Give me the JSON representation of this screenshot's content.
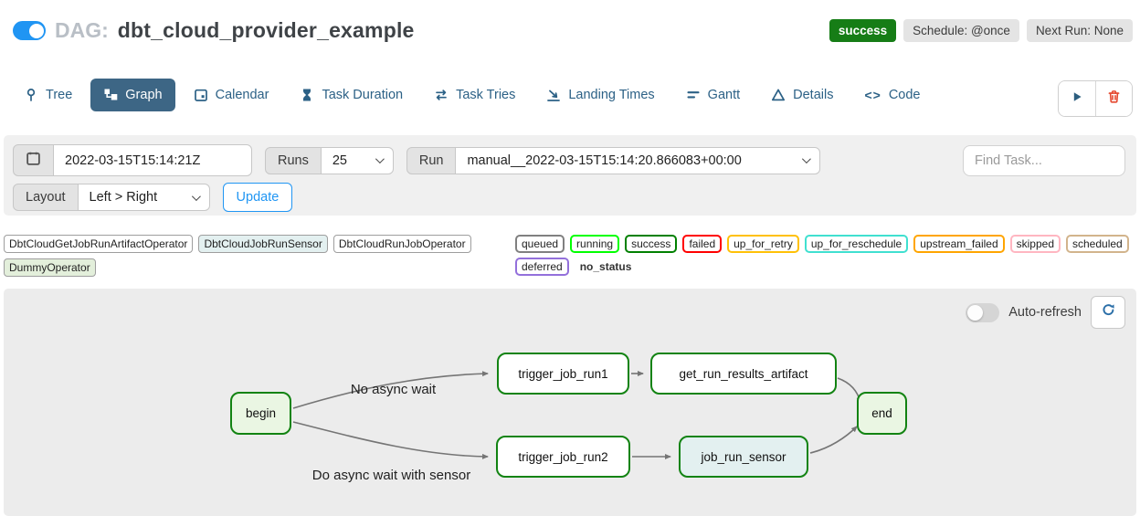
{
  "header": {
    "dag_prefix": "DAG:",
    "dag_name": "dbt_cloud_provider_example",
    "status_badge": "success",
    "schedule_badge": "Schedule: @once",
    "next_run_badge": "Next Run: None"
  },
  "colors": {
    "accent_blue": "#2196f3",
    "active_tab_bg": "#3d6685",
    "success_badge_bg": "#167d16",
    "node_border_green": "#128312",
    "edge_gray": "#757575"
  },
  "tabs": [
    {
      "label": "Tree"
    },
    {
      "label": "Graph"
    },
    {
      "label": "Calendar"
    },
    {
      "label": "Task Duration"
    },
    {
      "label": "Task Tries"
    },
    {
      "label": "Landing Times"
    },
    {
      "label": "Gantt"
    },
    {
      "label": "Details"
    },
    {
      "label": "Code"
    }
  ],
  "filters": {
    "base_date_value": "2022-03-15T15:14:21Z",
    "runs_label": "Runs",
    "runs_value": "25",
    "run_label": "Run",
    "run_value": "manual__2022-03-15T15:14:20.866083+00:00",
    "find_task_placeholder": "Find Task...",
    "layout_label": "Layout",
    "layout_value": "Left > Right",
    "update_label": "Update"
  },
  "legend": {
    "operators": [
      {
        "label": "DbtCloudGetJobRunArtifactOperator",
        "fill": "#ffffff",
        "border": "#9e9e9e"
      },
      {
        "label": "DbtCloudJobRunSensor",
        "fill": "#e3f0f0",
        "border": "#9e9e9e"
      },
      {
        "label": "DbtCloudRunJobOperator",
        "fill": "#ffffff",
        "border": "#9e9e9e"
      },
      {
        "label": "DummyOperator",
        "fill": "#e3efdb",
        "border": "#9e9e9e"
      }
    ],
    "statuses": [
      {
        "label": "queued",
        "border": "#808080"
      },
      {
        "label": "running",
        "border": "#00ff00"
      },
      {
        "label": "success",
        "border": "#008000"
      },
      {
        "label": "failed",
        "border": "#ff0000"
      },
      {
        "label": "up_for_retry",
        "border": "#ffc107"
      },
      {
        "label": "up_for_reschedule",
        "border": "#40e0d0"
      },
      {
        "label": "upstream_failed",
        "border": "#ffa500"
      },
      {
        "label": "skipped",
        "border": "#ffb6c1"
      },
      {
        "label": "scheduled",
        "border": "#d2b48c"
      },
      {
        "label": "deferred",
        "border": "#9370db"
      }
    ],
    "no_status_label": "no_status"
  },
  "graph": {
    "auto_refresh_label": "Auto-refresh",
    "nodes": [
      {
        "label": "begin",
        "fill": "#eaf6e3",
        "border": "#128312"
      },
      {
        "label": "trigger_job_run1",
        "fill": "#ffffff",
        "border": "#128312"
      },
      {
        "label": "get_run_results_artifact",
        "fill": "#ffffff",
        "border": "#128312"
      },
      {
        "label": "end",
        "fill": "#eaf6e3",
        "border": "#128312"
      },
      {
        "label": "trigger_job_run2",
        "fill": "#ffffff",
        "border": "#128312"
      },
      {
        "label": "job_run_sensor",
        "fill": "#e3f0f0",
        "border": "#128312"
      }
    ],
    "edges": [
      {
        "from": "begin",
        "to": "trigger_job_run1",
        "label": "No async wait"
      },
      {
        "from": "trigger_job_run1",
        "to": "get_run_results_artifact",
        "label": ""
      },
      {
        "from": "get_run_results_artifact",
        "to": "end",
        "label": ""
      },
      {
        "from": "begin",
        "to": "trigger_job_run2",
        "label": "Do async wait with sensor"
      },
      {
        "from": "trigger_job_run2",
        "to": "job_run_sensor",
        "label": ""
      },
      {
        "from": "job_run_sensor",
        "to": "end",
        "label": ""
      }
    ]
  }
}
